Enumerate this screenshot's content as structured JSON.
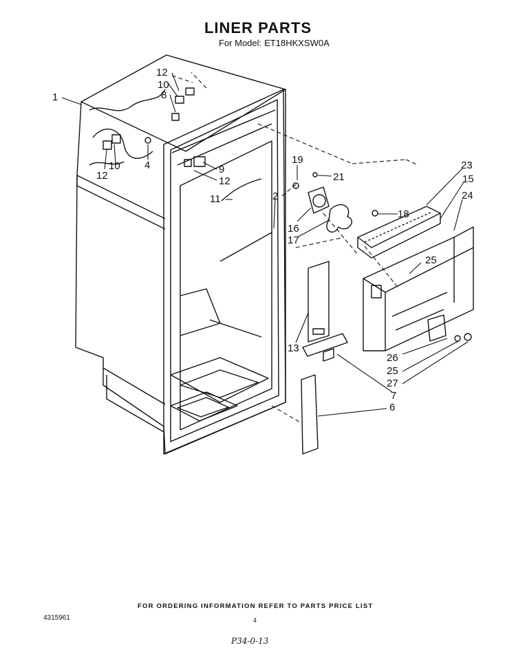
{
  "header": {
    "title": "LINER PARTS",
    "model_label": "For Model:",
    "model_number": "ET18HKXSW0A"
  },
  "callouts": [
    {
      "id": "c1",
      "label": "1"
    },
    {
      "id": "c12a",
      "label": "12"
    },
    {
      "id": "c10a",
      "label": "10"
    },
    {
      "id": "c8",
      "label": "8"
    },
    {
      "id": "c12b",
      "label": "12"
    },
    {
      "id": "c10b",
      "label": "10"
    },
    {
      "id": "c4",
      "label": "4"
    },
    {
      "id": "c9",
      "label": "9"
    },
    {
      "id": "c12c",
      "label": "12"
    },
    {
      "id": "c11",
      "label": "11"
    },
    {
      "id": "c2",
      "label": "2"
    },
    {
      "id": "c19",
      "label": "19"
    },
    {
      "id": "c21",
      "label": "21"
    },
    {
      "id": "c18",
      "label": "18"
    },
    {
      "id": "c16",
      "label": "16"
    },
    {
      "id": "c17",
      "label": "17"
    },
    {
      "id": "c23",
      "label": "23"
    },
    {
      "id": "c15",
      "label": "15"
    },
    {
      "id": "c24",
      "label": "24"
    },
    {
      "id": "c25a",
      "label": "25"
    },
    {
      "id": "c13",
      "label": "13"
    },
    {
      "id": "c26",
      "label": "26"
    },
    {
      "id": "c25b",
      "label": "25"
    },
    {
      "id": "c27",
      "label": "27"
    },
    {
      "id": "c7",
      "label": "7"
    },
    {
      "id": "c6",
      "label": "6"
    }
  ],
  "footer": {
    "ordering_note": "FOR ORDERING INFORMATION REFER TO PARTS PRICE LIST",
    "doc_number": "4315961",
    "page_number": "4",
    "handwritten": "P34-0-13"
  }
}
